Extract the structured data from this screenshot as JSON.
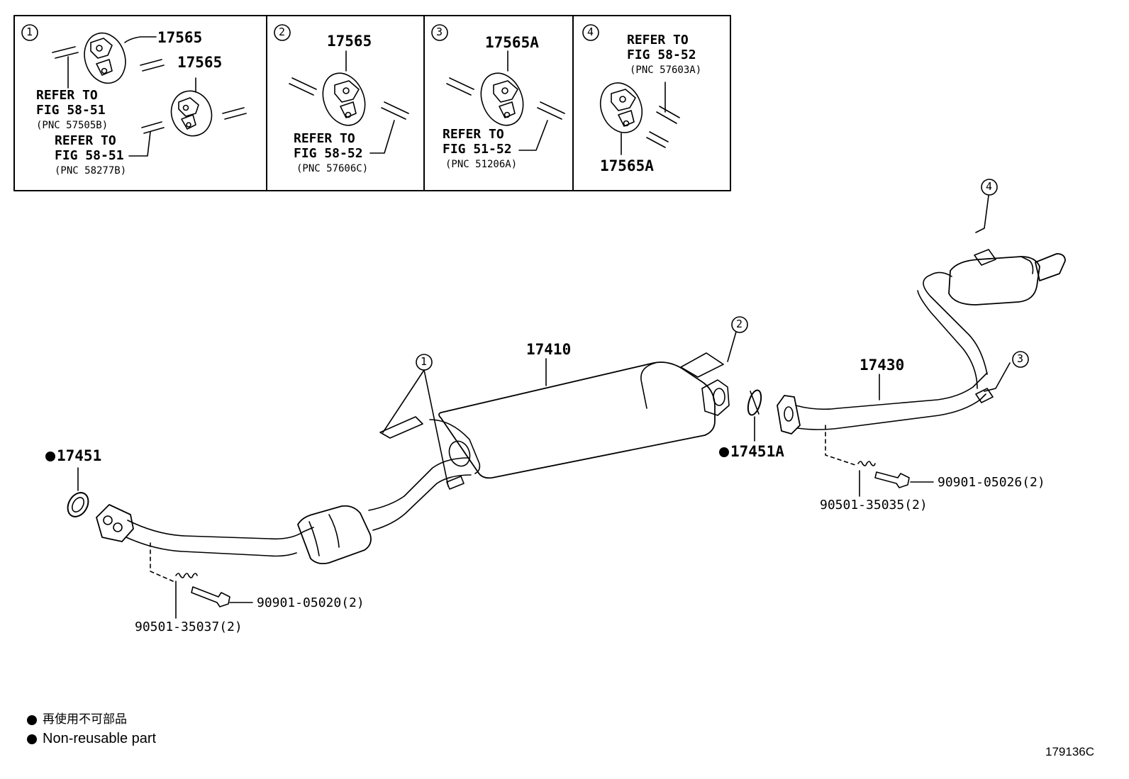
{
  "insets": [
    {
      "num": "1",
      "parts": [
        "17565",
        "17565"
      ],
      "refs": [
        {
          "l1": "REFER TO",
          "l2": "FIG 58-51",
          "pnc": "(PNC 57505B)"
        },
        {
          "l1": "REFER TO",
          "l2": "FIG 58-51",
          "pnc": "(PNC 58277B)"
        }
      ]
    },
    {
      "num": "2",
      "parts": [
        "17565"
      ],
      "refs": [
        {
          "l1": "REFER TO",
          "l2": "FIG 58-52",
          "pnc": "(PNC 57606C)"
        }
      ]
    },
    {
      "num": "3",
      "parts": [
        "17565A"
      ],
      "refs": [
        {
          "l1": "REFER TO",
          "l2": "FIG 51-52",
          "pnc": "(PNC 51206A)"
        }
      ]
    },
    {
      "num": "4",
      "parts": [
        "17565A"
      ],
      "refs": [
        {
          "l1": "REFER TO",
          "l2": "FIG 58-52",
          "pnc": "(PNC 57603A)"
        }
      ]
    }
  ],
  "main": {
    "callouts": [
      "1",
      "2",
      "3",
      "4"
    ],
    "part_17410": "17410",
    "part_17430": "17430",
    "part_17451": "17451",
    "part_17451A": "17451A",
    "bolt_front": "90901-05020(2)",
    "spring_front": "90501-35037(2)",
    "bolt_rear": "90901-05026(2)",
    "spring_rear": "90501-35035(2)"
  },
  "legend": {
    "jp": "再使用不可部品",
    "en": "Non-reusable part"
  },
  "figure_id": "179136C"
}
